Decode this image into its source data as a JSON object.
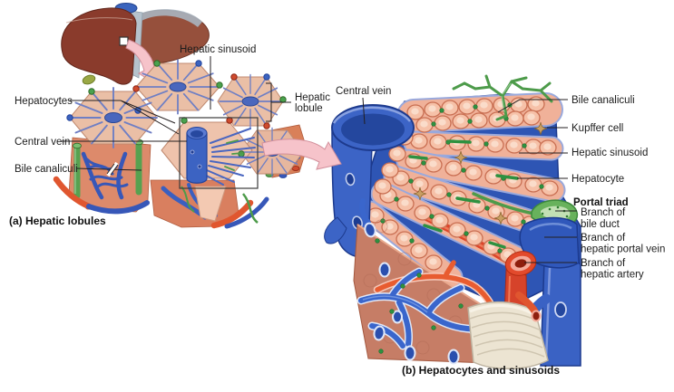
{
  "figure_a": {
    "caption": "(a) Hepatic lobules",
    "labels": {
      "hepatic_sinusoid": "Hepatic sinusoid",
      "hepatocytes": "Hepatocytes",
      "central_vein": "Central vein",
      "bile_canaliculi": "Bile canaliculi",
      "hepatic_lobule": {
        "line1": "Hepatic",
        "line2": "lobule"
      }
    }
  },
  "figure_b": {
    "caption": "(b) Hepatocytes and sinusoids",
    "labels": {
      "central_vein": "Central vein",
      "bile_canaliculi": "Bile canaliculi",
      "kupffer_cell": "Kupffer cell",
      "hepatic_sinusoid": "Hepatic sinusoid",
      "hepatocyte": "Hepatocyte",
      "portal_triad_heading": "Portal triad",
      "branch_of_bile_duct": {
        "line1": "Branch of",
        "line2": "bile duct"
      },
      "branch_of_hepatic_portal_vein": {
        "line1": "Branch of",
        "line2": "hepatic portal vein"
      },
      "branch_of_hepatic_artery": {
        "line1": "Branch of",
        "line2": "hepatic artery"
      }
    }
  },
  "colors": {
    "background": "#ffffff",
    "label_text": "#1c1c1c",
    "leader_line": "#231f20",
    "vein_blue": "#3c64c6",
    "sinusoid_blue": "#2e55b4",
    "artery_red": "#e0562f",
    "bile_green": "#4d9b4a",
    "hepatocyte_fill": "#f6c1a8",
    "lobule_surface": "#eabfa6",
    "cut_face_salmon": "#d98059",
    "liver_brown": "#8a3b2c",
    "arrow_pink": "#f6c3ca",
    "duct_cream": "#ece4d2",
    "kupffer_tan": "#c99e62"
  }
}
